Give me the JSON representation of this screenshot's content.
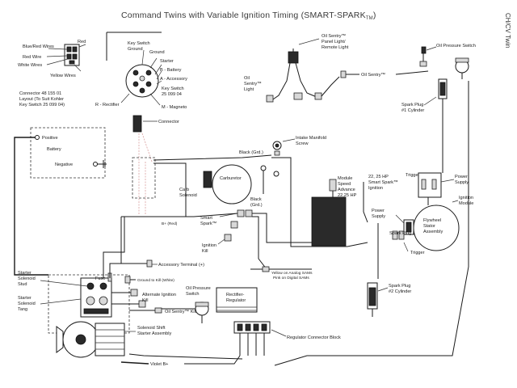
{
  "title": "Command Twins with Variable Ignition Timing (SMART-SPARK",
  "title_tm": "TM",
  "title_close": ")",
  "side_label": "CH/CV Twin",
  "labels": {
    "connector_blue_red": "Blue/Red Wires",
    "connector_red": "Red",
    "connector_red_wire": "Red Wire",
    "connector_white_wires": "White Wires",
    "connector_yellow_wires": "Yellow Wires",
    "connector_part_line1": "Connector 48 155 01",
    "connector_part_line2": "Layout (To Suit Kohler",
    "connector_part_line3": "Key Switch 25 099 04)",
    "key_switch_ground_1": "Key Switch",
    "key_switch_ground_2": "Ground",
    "ground": "Ground",
    "starter": "Starter",
    "b_battery": "B - Battery",
    "a_accessory": "A - Accessory",
    "key_switch_part_1": "Key Switch",
    "key_switch_part_2": "25 099 04",
    "r_rectifier": "R - Rectifier",
    "m_magneto": "M - Magneto",
    "connector": "Connector",
    "positive": "Positive",
    "battery": "Battery",
    "negative": "Negative",
    "oil_sentry_panel_1": "Oil Sentry™",
    "oil_sentry_panel_2": "Panel Light/",
    "oil_sentry_panel_3": "Remote Light",
    "oil_sentry_light_1": "Oil",
    "oil_sentry_light_2": "Sentry™",
    "oil_sentry_light_3": "Light",
    "oil_sentry_right": "Oil Sentry™",
    "oil_pressure_switch_top": "Oil Pressure Switch",
    "spark_plug_1_a": "Spark Plug",
    "spark_plug_1_b": "#1 Cylinder",
    "black_grd_top": "Black (Grd.)",
    "intake_1": "Intake Manifold",
    "intake_2": "Screw",
    "carburetor": "Carburetor",
    "carb_solenoid_1": "Carb",
    "carb_solenoid_2": "Solenoid",
    "black_grd_mid_1": "Black",
    "black_grd_mid_2": "(Grd.)",
    "module_1": "Module",
    "module_2": "Speed",
    "module_3": "Advance",
    "module_4": "22,25 HP",
    "hp_1": "22, 25 HP",
    "hp_2": "Smart Spark™",
    "hp_3": "Ignition",
    "trigger_top": "Trigger",
    "power_supply_top_1": "Power",
    "power_supply_top_2": "Supply",
    "ignition_module_1": "Ignition",
    "ignition_module_2": "Module",
    "power_supply_mid_1": "Power",
    "power_supply_mid_2": "Supply",
    "flywheel_1": "Flywheel",
    "flywheel_2": "Stator",
    "flywheel_3": "Assembly",
    "b_plus": "B+ (Red)",
    "smart_spark_1": "Smart",
    "smart_spark_2": "Spark™",
    "ignition_kill_1": "Ignition",
    "ignition_kill_2": "Kill",
    "spark_plug_2_label": "Spark Plug",
    "trigger_bottom": "Trigger",
    "spark_plug_2_a": "Spark Plug",
    "spark_plug_2_b": "#2 Cylinder",
    "accessory_terminal": "Accessory Terminal (+)",
    "yellow_analog": "Yellow on Analog SAMs",
    "pink_digital": "Pink on Digital SAMs",
    "starter_solenoid_1": "Starter",
    "starter_solenoid_2": "Solenoid",
    "starter_solenoid_3": "Stud",
    "fuse": "Fuse",
    "ground_kill": "Ground to Kill (White)",
    "starter_tang_1": "Starter",
    "starter_tang_2": "Solenoid",
    "starter_tang_3": "Tang",
    "oil_pressure_switch_1": "Oil Pressure",
    "oil_pressure_switch_2": "Switch",
    "alt_ignition_1": "Alternate Ignition",
    "alt_ignition_2": "Kill",
    "rectifier_1": "Rectifier-",
    "rectifier_2": "Regulator",
    "oil_sentry_kill": "Oil Sentry™ Kill",
    "solenoid_shift_1": "Solenoid Shift",
    "solenoid_shift_2": "Starter Assembly",
    "regulator_block": "Regulator Connector Block",
    "violet_b": "Violet B+"
  }
}
